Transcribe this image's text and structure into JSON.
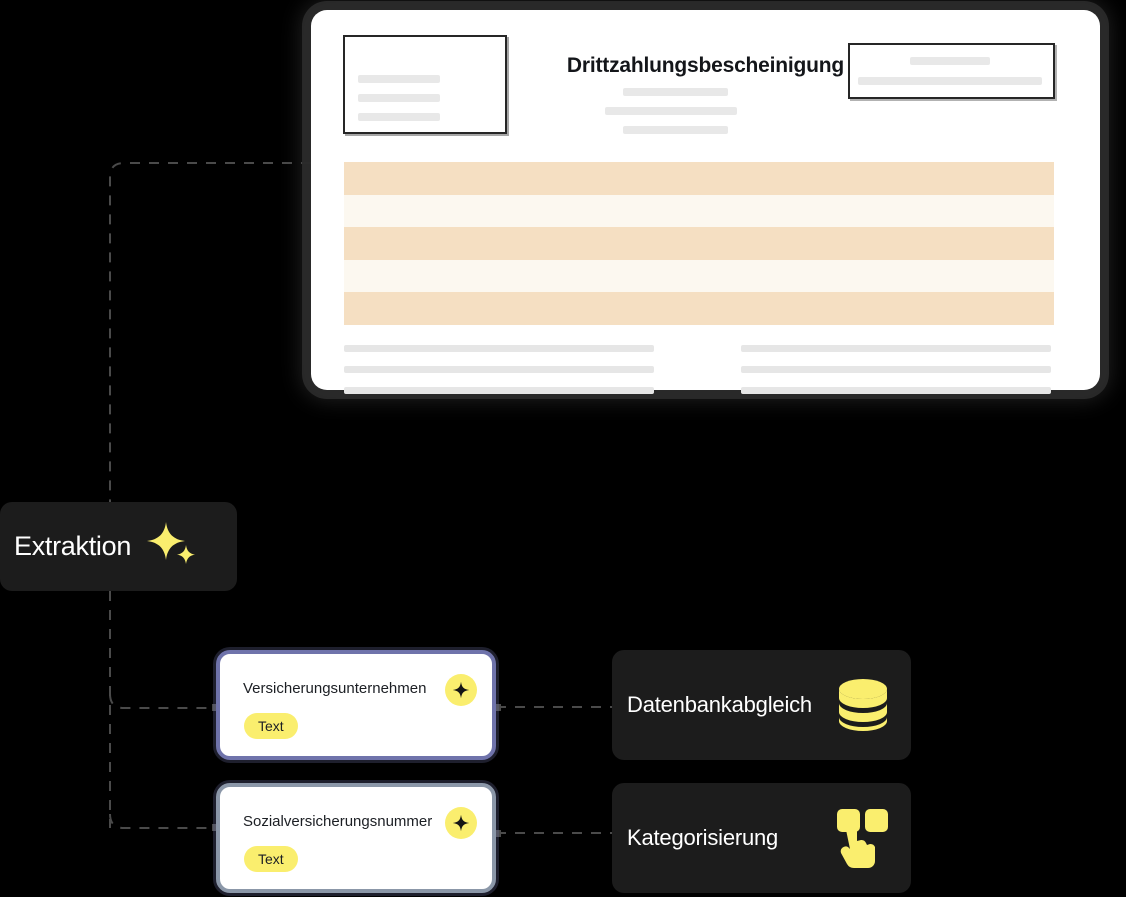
{
  "document_card": {
    "title": "Drittzahlungsbescheinigung",
    "logo_box": {
      "name": "logo-placeholder",
      "lines": 3
    },
    "subtitle_lines": 3,
    "reference_box": {
      "name": "reference-placeholder",
      "lines": 2
    },
    "table": {
      "row_count": 5,
      "row_colors": [
        "#F5DFC2",
        "#FCF8F0",
        "#F5DFC2",
        "#FCF8F0",
        "#F5DFC2"
      ]
    },
    "footer": {
      "left_lines": [
        330,
        300,
        310
      ],
      "right_lines": [
        305,
        310,
        300
      ]
    }
  },
  "extraction": {
    "label": "Extraktion",
    "icon": "sparkle-icon",
    "background": "#1c1c1c",
    "text_color": "#ffffff",
    "icon_color": "#FAEE6E"
  },
  "fields": [
    {
      "label": "Versicherungsunternehmen",
      "type_pill": "Text",
      "icon": "sparkle-icon",
      "border_color": "#6f73ab",
      "pill_color": "#FAEE6E"
    },
    {
      "label": "Sozialversicherungsnummer",
      "type_pill": "Text",
      "icon": "sparkle-icon",
      "border_color": "#8b97a8",
      "pill_color": "#FAEE6E"
    }
  ],
  "actions": [
    {
      "label": "Datenbankabgleich",
      "icon": "database-icon",
      "background": "#1c1c1c",
      "icon_color": "#FAEE6E"
    },
    {
      "label": "Kategorisierung",
      "icon": "tap-category-icon",
      "background": "#1c1c1c",
      "icon_color": "#FAEE6E"
    }
  ],
  "connectors": {
    "style": "dashed",
    "color": "#4a4a4a"
  }
}
